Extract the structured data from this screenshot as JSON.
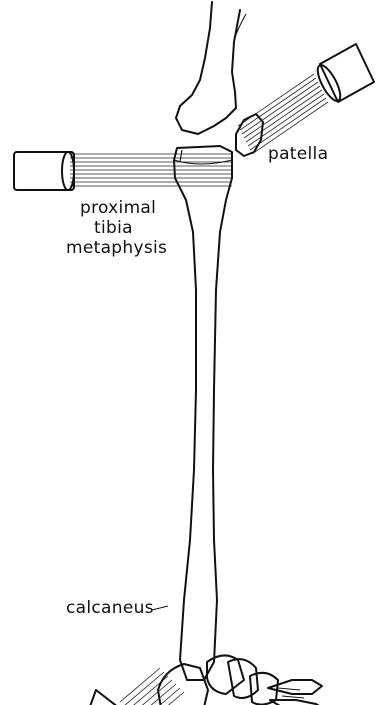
{
  "labels": {
    "patella": "patella",
    "proximal_line1": "proximal",
    "proximal_line2": "tibia",
    "proximal_line3": "metaphysis",
    "calcaneus": "calcaneus"
  },
  "colors": {
    "ink": "#111111",
    "background": "#ffffff"
  }
}
